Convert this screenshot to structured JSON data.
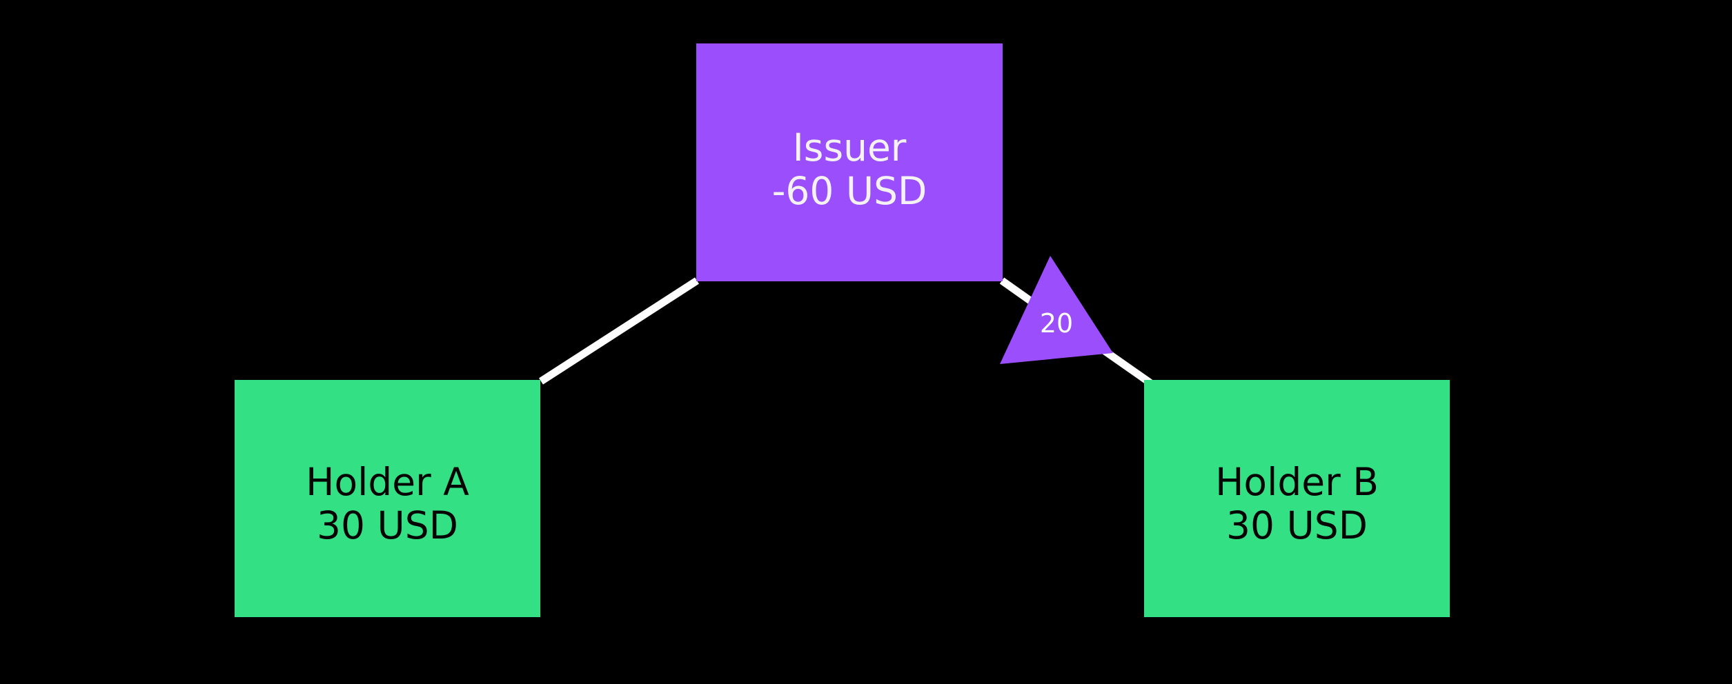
{
  "diagram": {
    "title": "",
    "background_color": "#000000",
    "edge_color": "#ffffff",
    "nodes": [
      {
        "id": "issuer",
        "name": "Issuer",
        "amount": "-60 USD",
        "color": "#9a4efc",
        "text_color": "#f4f2f4",
        "shape": "rectangle"
      },
      {
        "id": "holder-a",
        "name": "Holder A",
        "amount": "30 USD",
        "color": "#33e184",
        "text_color": "#050505",
        "shape": "rectangle"
      },
      {
        "id": "holder-b",
        "name": "Holder B",
        "amount": "30 USD",
        "color": "#33e184",
        "text_color": "#050505",
        "shape": "rectangle"
      }
    ],
    "edges": [
      {
        "id": "issuer-to-holder-a",
        "from": "issuer",
        "to": "holder-a",
        "label": "",
        "color": "#ffffff",
        "width": 11
      },
      {
        "id": "issuer-to-holder-b",
        "from": "issuer",
        "to": "holder-b",
        "label": "20",
        "label_color": "#ffffff",
        "marker": "triangle",
        "marker_color": "#9a4efc",
        "color": "#ffffff",
        "width": 11
      }
    ]
  }
}
